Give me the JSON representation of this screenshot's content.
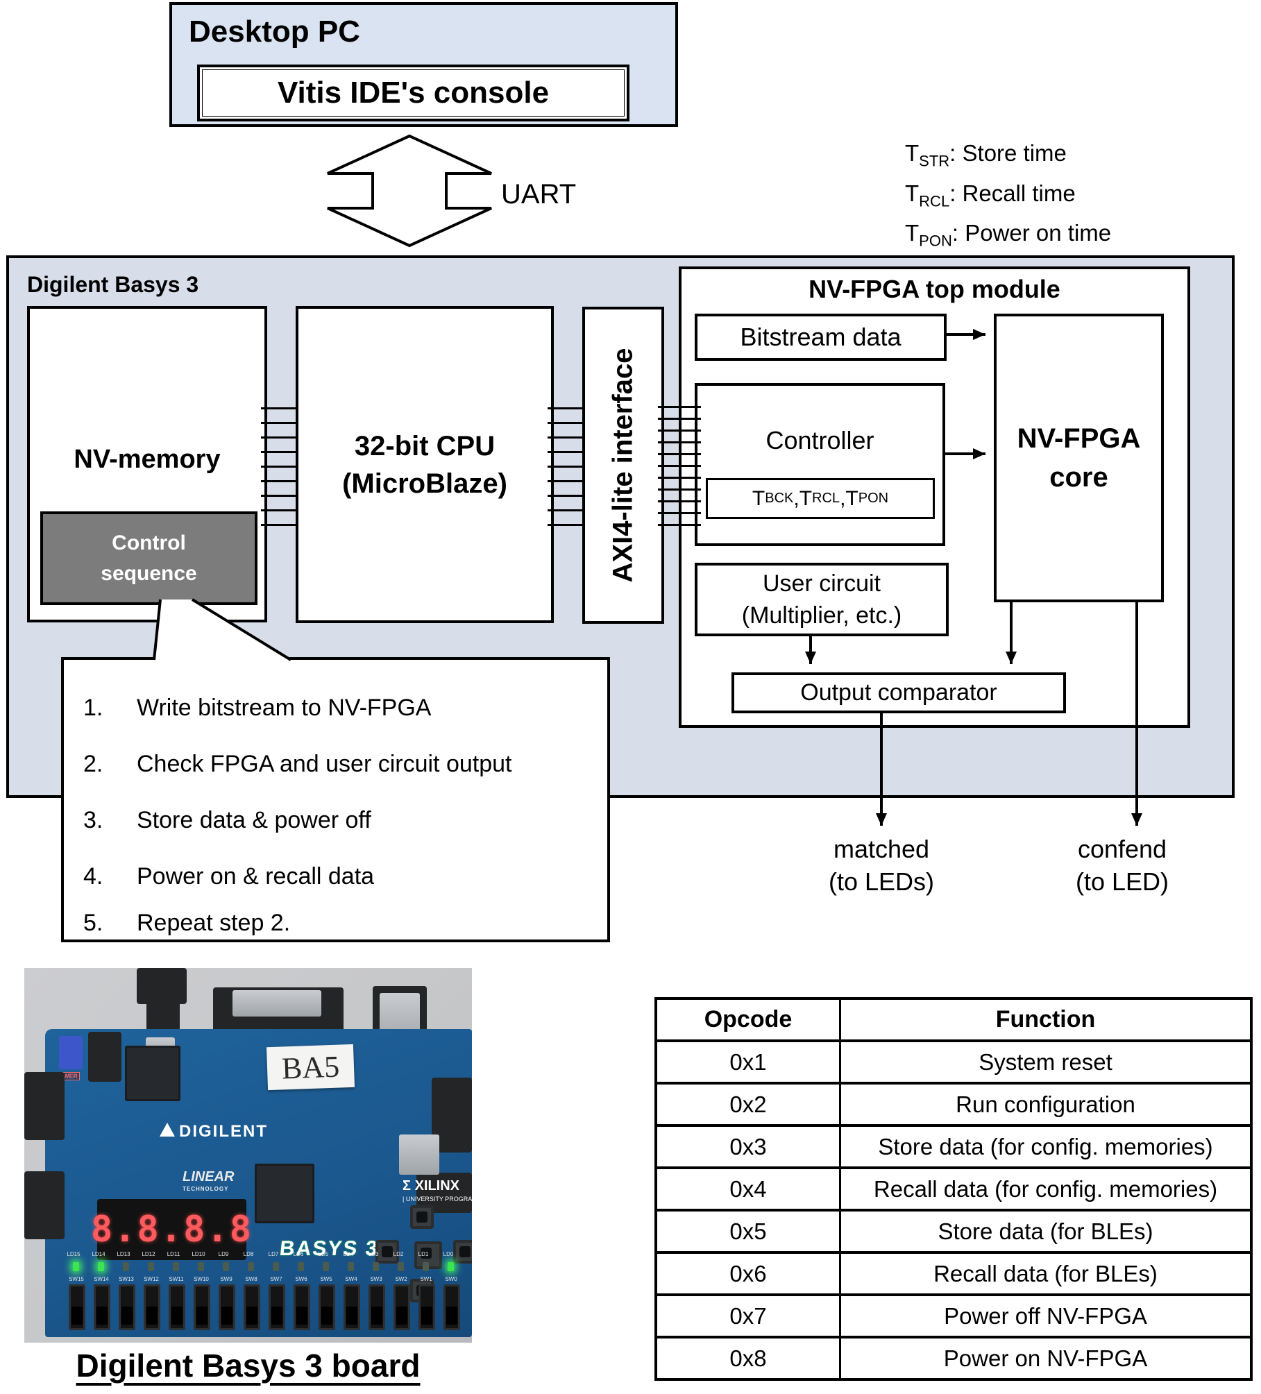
{
  "desktop_pc": {
    "title": "Desktop PC",
    "console_label": "Vitis IDE's console"
  },
  "uart_label": "UART",
  "legend": [
    {
      "sym": "T",
      "sub": "STR",
      "text": ": Store time"
    },
    {
      "sym": "T",
      "sub": "RCL",
      "text": ": Recall time"
    },
    {
      "sym": "T",
      "sub": "PON",
      "text": ": Power on time"
    }
  ],
  "basys": {
    "title": "Digilent Basys 3",
    "nv_memory_label": "NV-memory",
    "control_sequence": {
      "line1": "Control",
      "line2": "sequence"
    },
    "cpu": {
      "line1": "32-bit CPU",
      "line2": "(MicroBlaze)"
    },
    "axi_label": "AXI4-lite interface",
    "top_module": {
      "title": "NV-FPGA top module",
      "bitstream_label": "Bitstream data",
      "controller_label": "Controller",
      "timing": {
        "t1": "T",
        "s1": "BCK",
        "sep1": ", ",
        "t2": "T",
        "s2": "RCL",
        "sep2": ", ",
        "t3": "T",
        "s3": "PON"
      },
      "core": {
        "line1": "NV-FPGA",
        "line2": "core"
      },
      "user_circuit": {
        "line1": "User circuit",
        "line2": "(Multiplier, etc.)"
      },
      "output_comparator_label": "Output comparator"
    },
    "outputs": {
      "matched": {
        "line1": "matched",
        "line2": "(to LEDs)"
      },
      "confend": {
        "line1": "confend",
        "line2": "(to LED)"
      }
    }
  },
  "control_steps": [
    {
      "num": "1.",
      "text": "Write bitstream to NV-FPGA"
    },
    {
      "num": "2.",
      "text": "Check FPGA and user circuit output"
    },
    {
      "num": "3.",
      "text": "Store data & power off"
    },
    {
      "num": "4.",
      "text": "Power on & recall data"
    },
    {
      "num": "5.",
      "text": "Repeat step 2."
    }
  ],
  "board_photo": {
    "ba5_label": "BA5",
    "digilent_logo": "DIGILENT",
    "linear_logo_line1": "LINEAR",
    "linear_logo_line2": "TECHNOLOGY",
    "basys_logo": "BASYS 3",
    "xilinx_logo": "XILINX",
    "xilinx_sub": "| UNIVERSITY PROGRAM",
    "power_label": "POWER",
    "seven_segment_value": "8.8.8.8",
    "led_prefix": "LD",
    "switch_prefix": "SW",
    "led_count": 16,
    "switch_count": 16,
    "lit_leds": [
      15,
      14,
      0
    ],
    "caption": "Digilent Basys 3 board"
  },
  "opcode_table": {
    "headers": [
      "Opcode",
      "Function"
    ],
    "rows": [
      [
        "0x1",
        "System reset"
      ],
      [
        "0x2",
        "Run configuration"
      ],
      [
        "0x3",
        "Store data (for config. memories)"
      ],
      [
        "0x4",
        "Recall data (for config. memories)"
      ],
      [
        "0x5",
        "Store data (for BLEs)"
      ],
      [
        "0x6",
        "Recall data (for BLEs)"
      ],
      [
        "0x7",
        "Power off NV-FPGA"
      ],
      [
        "0x8",
        "Power on NV-FPGA"
      ]
    ]
  },
  "colors": {
    "pc_fill": "#d9e3f1",
    "board_fill": "#d8dee9",
    "control_seq_fill": "#7c7c7c",
    "pcb_blue": "#1b588e",
    "seg_red": "#ff5a5e",
    "led_green": "#3ae54e",
    "line_black": "#000000"
  }
}
